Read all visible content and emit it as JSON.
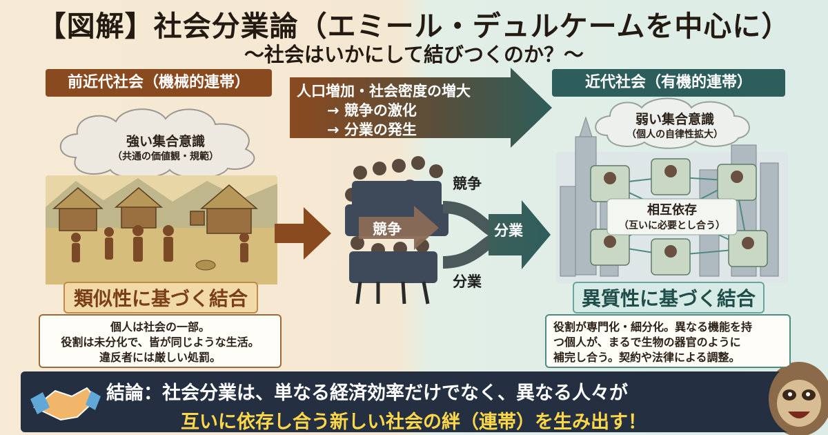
{
  "title": "【図解】社会分業論（エミール・デュルケームを中心に）",
  "subtitle": "〜社会はいかにして結びつくのか？〜",
  "left": {
    "header": "前近代社会（機械的連帯）",
    "cloud_main": "強い集合意識",
    "cloud_sub": "（共通の価値観・規範）",
    "label": "類似性に基づく結合",
    "desc": [
      "個人は社会の一部。",
      "役割は未分化で、皆が同じような生活。",
      "違反者には厳しい処罰。"
    ]
  },
  "top_arrow": {
    "lines": [
      "人口増加・社会密度の増大",
      "→ 競争の激化",
      "→ 分業の発生"
    ]
  },
  "middle": {
    "crowd_arrow_label": "競争",
    "branch_top": "競争",
    "branch_bottom": "分業",
    "result_arrow_label": "分業"
  },
  "right": {
    "header": "近代社会（有機的連帯）",
    "cloud_main": "弱い集合意識",
    "cloud_sub": "（個人の自律性拡大）",
    "center_main": "相互依存",
    "center_sub": "（互いに必要とし合う）",
    "label": "異質性に基づく結合",
    "desc": [
      "役割が専門化・細分化。異なる機能を持",
      "つ個人が、まるで生物の器官のように",
      "補完し合う。契約や法律による調整。"
    ]
  },
  "conclusion": {
    "line1": "結論：社会分業は、単なる経済効率だけでなく、異なる人々が",
    "line2": "互いに依存し合う新しい社会の絆（連帯）を生み出す！"
  },
  "colors": {
    "left_brown": "#8a4a20",
    "right_teal": "#2e5e5b",
    "bar_navy": "#243042",
    "highlight_yellow": "#ffd84a"
  },
  "icons": [
    "cloud-icon",
    "village-illustration",
    "crowd-illustration",
    "city-illustration",
    "handshake-icon",
    "sloth-mascot"
  ]
}
